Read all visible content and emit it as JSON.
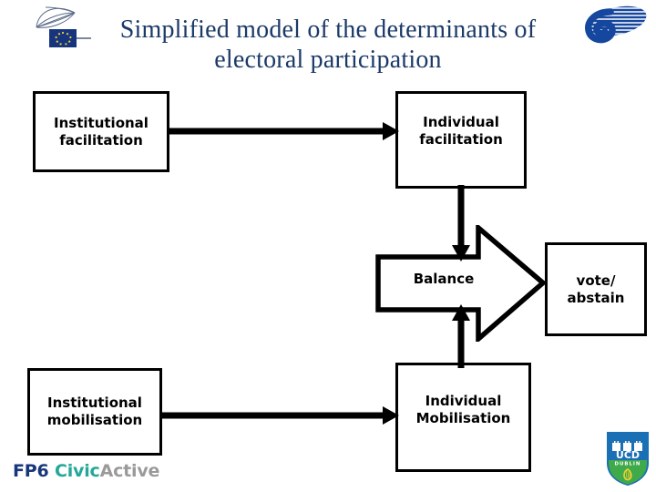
{
  "slide": {
    "title": "Simplified model of the determinants of electoral participation",
    "background_color": "#ffffff",
    "title_color": "#1b3a68"
  },
  "logos": {
    "european_parliament": "european-parliament-logo",
    "fp6": "fp6-logo",
    "ucd": "ucd-dublin-logo",
    "ucd_text_top": "UCD",
    "ucd_text_bottom": "DUBLIN"
  },
  "footer": {
    "fp6": "FP6 ",
    "civic": "Civic",
    "active": "Active",
    "fp6_color": "#17377b",
    "civic_color": "#24a898",
    "active_color": "#9a9a9a"
  },
  "diagram": {
    "nodes": [
      {
        "id": "institutional-facilitation",
        "label": "Institutional\nfacilitation"
      },
      {
        "id": "individual-facilitation",
        "label": "Individual\nfacilitation"
      },
      {
        "id": "institutional-mobilisation",
        "label": "Institutional\nmobilisation"
      },
      {
        "id": "individual-mobilisation",
        "label": "Individual\nMobilisation"
      },
      {
        "id": "balance",
        "label": "Balance"
      },
      {
        "id": "outcome",
        "label": "vote/\nabstain"
      }
    ],
    "edges": [
      {
        "id": "inst-fac-to-indiv-fac",
        "from": "institutional-facilitation",
        "to": "individual-facilitation",
        "direction": "right"
      },
      {
        "id": "inst-mob-to-indiv-mob",
        "from": "institutional-mobilisation",
        "to": "individual-mobilisation",
        "direction": "right"
      },
      {
        "id": "indiv-fac-to-balance",
        "from": "individual-facilitation",
        "to": "balance",
        "direction": "down"
      },
      {
        "id": "indiv-mob-to-balance",
        "from": "individual-mobilisation",
        "to": "balance",
        "direction": "up"
      },
      {
        "id": "balance-to-outcome",
        "from": "balance",
        "to": "outcome",
        "direction": "right"
      }
    ],
    "stroke_color": "#000000",
    "fill_color": "#ffffff"
  }
}
